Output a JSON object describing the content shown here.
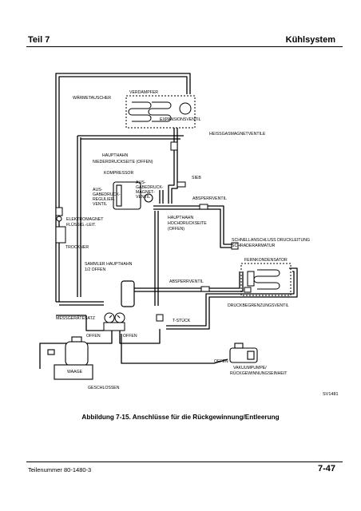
{
  "header": {
    "chapter": "Teil 7",
    "section": "Kühlsystem"
  },
  "diagram": {
    "labels": {
      "heat_exchanger": "WÄRMETAUSCHER",
      "evaporator": "VERDAMPFER",
      "expansion_valve": "EXPANSIONSVENTIL",
      "hot_gas_valve": "HEISSGASMAGNETVENTILE",
      "main_valve_low_1": "HAUPTHAHN",
      "main_valve_low_2": "NIEDERDRUCKSEITE (OFFEN)",
      "compressor": "KOMPRESSOR",
      "discharge_reg_1": "AUS-",
      "discharge_reg_2": "GABEDRUCK-",
      "discharge_reg_3": "REGULIER.",
      "discharge_reg_4": "VENTIL",
      "discharge_mag_1": "AUS-",
      "discharge_mag_2": "GABEDRUCK-",
      "discharge_mag_3": "MAGNET-",
      "discharge_mag_4": "VENTIL",
      "strainer": "SIEB",
      "shutoff_valve_1": "ABSPERRVENTIL",
      "solenoid_liquid_1": "ELEKTROMAGNET",
      "solenoid_liquid_2": "FLÜSSIG.-LEIT.",
      "main_valve_high_1": "HAUPTHAHN",
      "main_valve_high_2": "HOCHDRUCKSEITE",
      "main_valve_high_3": "(OFFEN)",
      "quick_connect_1": "SCHNELLANSCHLUSS DRUCKLEITUNG",
      "quick_connect_2": "SCHRADERARMATUR",
      "dryer": "TROCKNER",
      "condenser": "FERNKONDENSATOR",
      "receiver_1": "SAMMLER HAUPTHAHN",
      "receiver_2": "1/2 OFFEN",
      "shutoff_valve_2": "ABSPERRVENTIL",
      "pressure_limit_valve": "DRUCKBEGRENZUNGSVENTIL",
      "gauge_set": "MESSGERÄTESATZ",
      "t_piece": "T-STÜCK",
      "open_left": "OFFEN",
      "open_right": "OFFEN",
      "open_pump": "OFFEN",
      "scale": "WAAGE",
      "closed": "GESCHLOSSEN",
      "pump_1": "VAKUUMPUMPE/",
      "pump_2": "RÜCKGEWINNUNGSEINHEIT"
    },
    "figure_id": "SV1481"
  },
  "caption": "Abbildung 7-15. Anschlüsse für die Rückgewinnung/Entleerung",
  "footer": {
    "part_number": "Teilenummer 80-1480-3",
    "page": "7-47"
  }
}
